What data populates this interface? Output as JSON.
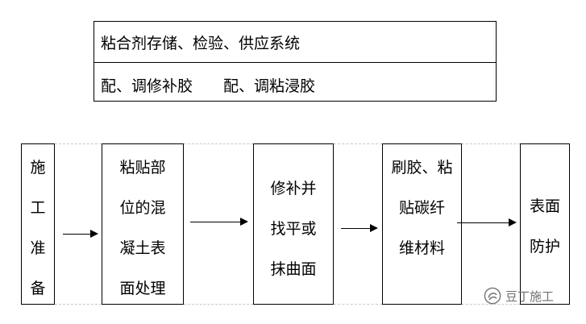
{
  "top_box": {
    "row1": "粘合剂存储、检验、供应系统",
    "row2_left": "配、调修补胶",
    "row2_right": "配、调粘浸胶"
  },
  "steps": [
    {
      "lines": [
        "施",
        "工",
        "准",
        "备"
      ]
    },
    {
      "lines": [
        "粘贴部",
        "位的混",
        "凝土表",
        "面处理"
      ]
    },
    {
      "lines": [
        "修补并",
        "找平或",
        "抹曲面"
      ]
    },
    {
      "lines": [
        "刷胶、粘",
        "贴碳纤",
        "维材料"
      ]
    },
    {
      "lines": [
        "表面",
        "防护"
      ]
    }
  ],
  "watermark": {
    "text": "豆丁施工",
    "icon": "wechat-official-account-icon"
  }
}
